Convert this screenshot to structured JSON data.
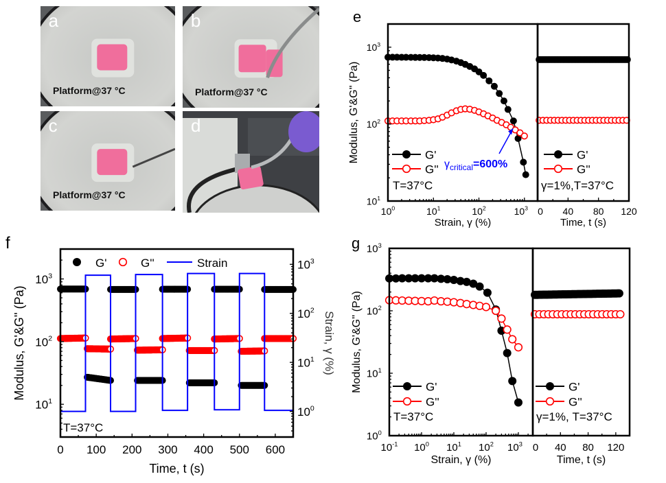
{
  "photos": [
    {
      "label": "a",
      "caption": "Platform@37 °C"
    },
    {
      "label": "b",
      "caption": "Platform@37 °C"
    },
    {
      "label": "c",
      "caption": "Platform@37 °C"
    },
    {
      "label": "d",
      "caption": ""
    }
  ],
  "colors": {
    "g_prime": "#000000",
    "g_double_prime": "#ff0000",
    "strain": "#0000ff",
    "annotation": "#0000ff",
    "hydrogel": "#f06e9c",
    "platform": "#cfd0ce"
  },
  "chart_data": [
    {
      "panel": "e",
      "type": "scatter",
      "ylabel": "Modulus, G'&G'' (Pa)",
      "yscale": "log",
      "ylim": [
        10,
        2000
      ],
      "y_ticks": [
        10,
        100,
        1000
      ],
      "subplots": [
        {
          "xlabel": "Strain, γ  (%)",
          "xscale": "log",
          "xlim": [
            1,
            1950
          ],
          "x_ticks": [
            1,
            10,
            100,
            1000
          ],
          "legend": [
            "G'",
            "G''"
          ],
          "note": "T=37°C",
          "annotation": {
            "prefix": "γ",
            "subscript": "critical",
            "suffix": "=600%",
            "points_to": [
              600,
              95
            ]
          },
          "series": [
            {
              "name": "G'",
              "marker": "filled-circle",
              "line": true,
              "points": [
                [
                  1,
                  740
                ],
                [
                  1.26,
                  740
                ],
                [
                  1.58,
                  740
                ],
                [
                  2,
                  738
                ],
                [
                  2.5,
                  738
                ],
                [
                  3.2,
                  737
                ],
                [
                  4,
                  736
                ],
                [
                  5,
                  735
                ],
                [
                  6.3,
                  734
                ],
                [
                  8,
                  732
                ],
                [
                  10,
                  728
                ],
                [
                  12.6,
                  722
                ],
                [
                  15.8,
                  714
                ],
                [
                  20,
                  700
                ],
                [
                  25,
                  682
                ],
                [
                  32,
                  658
                ],
                [
                  40,
                  630
                ],
                [
                  50,
                  598
                ],
                [
                  63,
                  562
                ],
                [
                  80,
                  522
                ],
                [
                  100,
                  478
                ],
                [
                  126,
                  430
                ],
                [
                  167,
                  365
                ],
                [
                  218,
                  310
                ],
                [
                  280,
                  250
                ],
                [
                  355,
                  200
                ],
                [
                  435,
                  155
                ],
                [
                  575,
                  110
                ],
                [
                  725,
                  65
                ],
                [
                  950,
                  32
                ],
                [
                  1070,
                  22
                ]
              ]
            },
            {
              "name": "G''",
              "marker": "open-circle",
              "line": true,
              "points": [
                [
                  1,
                  110
                ],
                [
                  1.26,
                  110
                ],
                [
                  1.58,
                  110
                ],
                [
                  2,
                  110
                ],
                [
                  2.5,
                  110
                ],
                [
                  3.2,
                  110
                ],
                [
                  4,
                  110
                ],
                [
                  5,
                  110
                ],
                [
                  6.3,
                  111
                ],
                [
                  8,
                  112
                ],
                [
                  10,
                  114
                ],
                [
                  12.6,
                  117
                ],
                [
                  15.8,
                  123
                ],
                [
                  20,
                  131
                ],
                [
                  25,
                  140
                ],
                [
                  32,
                  149
                ],
                [
                  40,
                  155
                ],
                [
                  50,
                  158
                ],
                [
                  63,
                  156
                ],
                [
                  80,
                  151
                ],
                [
                  100,
                  144
                ],
                [
                  126,
                  136
                ],
                [
                  158,
                  128
                ],
                [
                  200,
                  120
                ],
                [
                  250,
                  112
                ],
                [
                  316,
                  105
                ],
                [
                  400,
                  98
                ],
                [
                  500,
                  91
                ],
                [
                  630,
                  84
                ],
                [
                  800,
                  77
                ],
                [
                  1000,
                  70
                ]
              ]
            }
          ]
        },
        {
          "xlabel": "Time, t (s)",
          "xscale": "linear",
          "xlim": [
            0,
            120
          ],
          "x_ticks": [
            0,
            40,
            80,
            120
          ],
          "legend": [
            "G'",
            "G''"
          ],
          "note": "γ=1%,T=37°C",
          "series": [
            {
              "name": "G'",
              "marker": "filled-circle",
              "line": false,
              "t_range": [
                2,
                118
              ],
              "interval_s": 2,
              "value": 690
            },
            {
              "name": "G''",
              "marker": "open-circle",
              "line": false,
              "t_range": [
                2,
                118
              ],
              "interval_s": 5,
              "value": 112
            }
          ]
        }
      ]
    },
    {
      "panel": "f",
      "type": "scatter",
      "xlabel": "Time, t (s)",
      "ylabel": "Modulus, G'&G'' (Pa)",
      "y2label": "Strain, γ (%)",
      "xlim": [
        0,
        650
      ],
      "x_ticks": [
        0,
        100,
        200,
        300,
        400,
        500,
        600
      ],
      "yscale": "log",
      "ylim": [
        3,
        3000
      ],
      "y_ticks": [
        10,
        100,
        1000
      ],
      "y2scale": "log",
      "y2lim": [
        0.3,
        2050
      ],
      "y2_ticks": [
        1,
        10,
        100,
        1000
      ],
      "legend": [
        "G'",
        "G''",
        "Strain"
      ],
      "note": "T=37°C",
      "series": [
        {
          "name": "G'",
          "marker": "filled-circle",
          "segments": [
            [
              0,
              70,
              690,
              690
            ],
            [
              75,
              140,
              27,
              24
            ],
            [
              140,
              210,
              680,
              680
            ],
            [
              215,
              285,
              24,
              24
            ],
            [
              285,
              355,
              685,
              685
            ],
            [
              360,
              430,
              22,
              22
            ],
            [
              430,
              500,
              685,
              685
            ],
            [
              505,
              570,
              20,
              20
            ],
            [
              570,
              650,
              680,
              680
            ]
          ]
        },
        {
          "name": "G''",
          "marker": "open-circle",
          "segments": [
            [
              0,
              70,
              112,
              114
            ],
            [
              75,
              140,
              77,
              76
            ],
            [
              140,
              210,
              110,
              112
            ],
            [
              215,
              285,
              73,
              74
            ],
            [
              285,
              355,
              112,
              114
            ],
            [
              360,
              430,
              72,
              72
            ],
            [
              430,
              500,
              110,
              112
            ],
            [
              505,
              570,
              70,
              71
            ],
            [
              570,
              650,
              112,
              112
            ]
          ]
        },
        {
          "name": "Strain",
          "marker": "line",
          "axis": "right",
          "points": [
            [
              0,
              1
            ],
            [
              70,
              1
            ],
            [
              70,
              600
            ],
            [
              140,
              600
            ],
            [
              140,
              1
            ],
            [
              210,
              1
            ],
            [
              210,
              620
            ],
            [
              285,
              620
            ],
            [
              285,
              1.05
            ],
            [
              355,
              1.05
            ],
            [
              355,
              650
            ],
            [
              430,
              650
            ],
            [
              430,
              1.08
            ],
            [
              500,
              1.08
            ],
            [
              500,
              650
            ],
            [
              570,
              650
            ],
            [
              570,
              1.05
            ],
            [
              650,
              1.05
            ]
          ]
        }
      ]
    },
    {
      "panel": "g",
      "type": "scatter",
      "ylabel": "Modulus, G'&G'' (Pa)",
      "yscale": "log",
      "ylim": [
        1,
        1000
      ],
      "y_ticks": [
        1,
        10,
        100,
        1000
      ],
      "subplots": [
        {
          "xlabel": "Strain, γ (%)",
          "xscale": "log",
          "xlim": [
            0.1,
            2800
          ],
          "x_ticks": [
            0.1,
            1,
            10,
            100,
            1000
          ],
          "legend": [
            "G'",
            "G''"
          ],
          "note": "T=37°C",
          "series": [
            {
              "name": "G'",
              "marker": "filled-circle",
              "line": true,
              "points": [
                [
                  0.1,
                  330
                ],
                [
                  0.16,
                  330
                ],
                [
                  0.25,
                  332
                ],
                [
                  0.4,
                  332
                ],
                [
                  0.63,
                  332
                ],
                [
                  1,
                  332
                ],
                [
                  1.6,
                  332
                ],
                [
                  2.5,
                  332
                ],
                [
                  4,
                  325
                ],
                [
                  6.3,
                  320
                ],
                [
                  10,
                  312
                ],
                [
                  16,
                  300
                ],
                [
                  25,
                  290
                ],
                [
                  40,
                  272
                ],
                [
                  63,
                  245
                ],
                [
                  110,
                  195
                ],
                [
                  200,
                  105
                ],
                [
                  300,
                  48
                ],
                [
                  450,
                  21
                ],
                [
                  650,
                  7.5
                ],
                [
                  1000,
                  3.4
                ]
              ]
            },
            {
              "name": "G''",
              "marker": "open-circle",
              "line": true,
              "points": [
                [
                  0.1,
                  148
                ],
                [
                  0.16,
                  147
                ],
                [
                  0.25,
                  146
                ],
                [
                  0.4,
                  145
                ],
                [
                  0.63,
                  144
                ],
                [
                  1,
                  143
                ],
                [
                  1.6,
                  142
                ],
                [
                  2.5,
                  146
                ],
                [
                  4,
                  142
                ],
                [
                  6.3,
                  140
                ],
                [
                  10,
                  137
                ],
                [
                  16,
                  133
                ],
                [
                  25,
                  128
                ],
                [
                  40,
                  124
                ],
                [
                  63,
                  120
                ],
                [
                  100,
                  115
                ],
                [
                  200,
                  100
                ],
                [
                  300,
                  75
                ],
                [
                  450,
                  50
                ],
                [
                  650,
                  35
                ],
                [
                  1000,
                  26
                ]
              ]
            }
          ]
        },
        {
          "xlabel": "Time, t (s)",
          "xscale": "linear",
          "xlim": [
            0,
            140
          ],
          "x_ticks": [
            0,
            40,
            80,
            120
          ],
          "legend": [
            "G'",
            "G''"
          ],
          "note": "γ=1%, T=37°C",
          "series": [
            {
              "name": "G'",
              "marker": "filled-circle",
              "line": false,
              "t_range": [
                3,
                125
              ],
              "interval_s": 2,
              "value": 180,
              "end_value": 190
            },
            {
              "name": "G''",
              "marker": "open-circle",
              "line": false,
              "t_range": [
                3,
                125
              ],
              "interval_s": 6.5,
              "value": 88
            }
          ]
        }
      ]
    }
  ]
}
